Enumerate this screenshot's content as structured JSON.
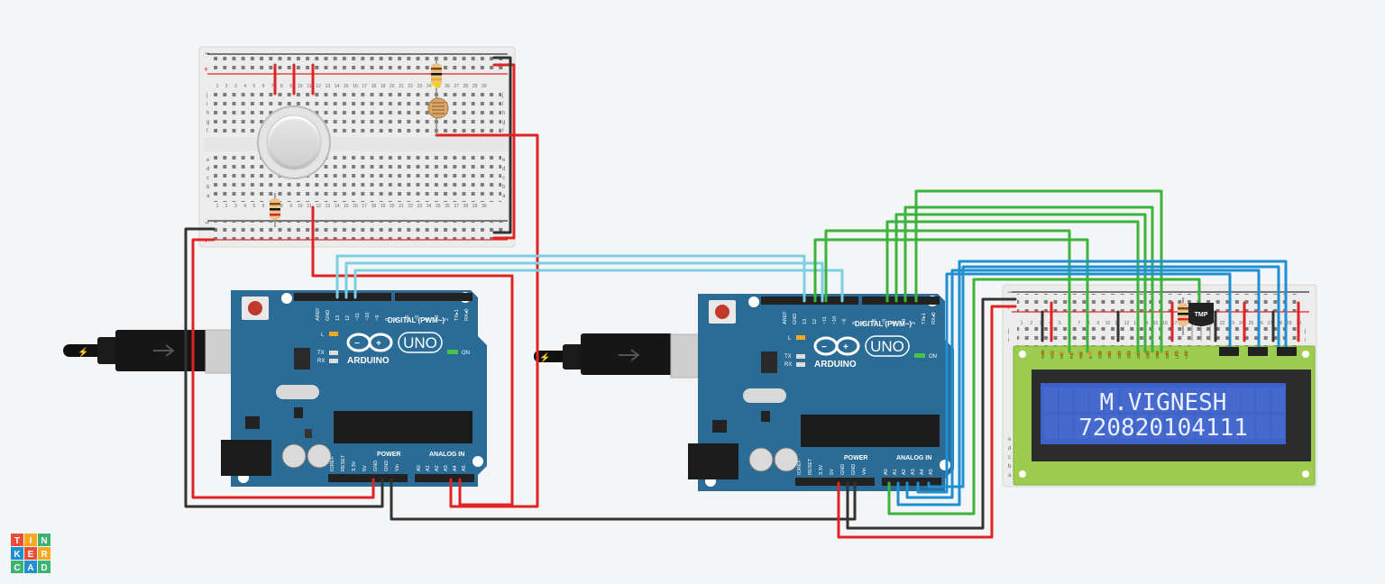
{
  "app": {
    "logo": [
      "T",
      "I",
      "N",
      "K",
      "E",
      "R",
      "C",
      "A",
      "D"
    ],
    "logo_colors": [
      "#e94f37",
      "#f7a823",
      "#3cb371",
      "#1f8fd1",
      "#e94f37",
      "#f7a823",
      "#3cb371",
      "#1f8fd1",
      "#3cb371"
    ]
  },
  "boards": [
    {
      "name": "UNO",
      "brand": "ARDUINO",
      "digital_header": "DIGITAL (PWM~)",
      "on_label": "ON",
      "tx": "TX",
      "rx": "RX",
      "l": "L",
      "power_label": "POWER",
      "analog_label": "ANALOG IN",
      "top_pins": [
        "AREF",
        "GND",
        "13",
        "12",
        "~11",
        "~10",
        "~9",
        "8",
        "7",
        "~6",
        "~5",
        "4",
        "~3",
        "2",
        "TX▸1",
        "RX◂0"
      ],
      "power_pins": [
        "IOREF",
        "RESET",
        "3.3V",
        "5V",
        "GND",
        "GND",
        "Vin"
      ],
      "analog_pins": [
        "A0",
        "A1",
        "A2",
        "A3",
        "A4",
        "A5"
      ]
    },
    {
      "name": "UNO",
      "brand": "ARDUINO",
      "digital_header": "DIGITAL (PWM~)",
      "on_label": "ON",
      "tx": "TX",
      "rx": "RX",
      "l": "L",
      "power_label": "POWER",
      "analog_label": "ANALOG IN",
      "top_pins": [
        "AREF",
        "GND",
        "13",
        "12",
        "~11",
        "~10",
        "~9",
        "8",
        "7",
        "~6",
        "~5",
        "4",
        "~3",
        "2",
        "TX▸1",
        "RX◂0"
      ],
      "power_pins": [
        "IOREF",
        "RESET",
        "3.3V",
        "5V",
        "GND",
        "GND",
        "Vin"
      ],
      "analog_pins": [
        "A0",
        "A1",
        "A2",
        "A3",
        "A4",
        "A5"
      ]
    }
  ],
  "breadboard": {
    "rows": [
      "j",
      "i",
      "h",
      "g",
      "f",
      "e",
      "d",
      "c",
      "b",
      "a"
    ],
    "col_numbers": [
      "1",
      "2",
      "3",
      "4",
      "5",
      "6",
      "7",
      "8",
      "9",
      "10",
      "11",
      "12",
      "13",
      "14",
      "15",
      "16",
      "17",
      "18",
      "19",
      "20",
      "21",
      "22",
      "23",
      "24",
      "25",
      "26",
      "27",
      "28",
      "29",
      "30"
    ],
    "plus": "+",
    "minus": "−"
  },
  "lcd": {
    "line1": "M.VIGNESH",
    "line2": "720820104111",
    "pin_labels": [
      "GND",
      "VCC",
      "V0",
      "RS",
      "RW",
      "E",
      "DB0",
      "DB1",
      "DB2",
      "DB3",
      "DB4",
      "DB5",
      "DB6",
      "DB7",
      "LED",
      "LED"
    ]
  },
  "sensor": {
    "tmp_label": "TMP"
  },
  "colors": {
    "board_blue": "#2a6c96",
    "wire_red": "#e02424",
    "wire_black": "#333333",
    "wire_green": "#3cb43c",
    "wire_blue": "#1f8fd1",
    "wire_cyan": "#7ccfe0",
    "lcd_screen": "#3e63c8",
    "lcd_pcb": "#9ccd50"
  }
}
